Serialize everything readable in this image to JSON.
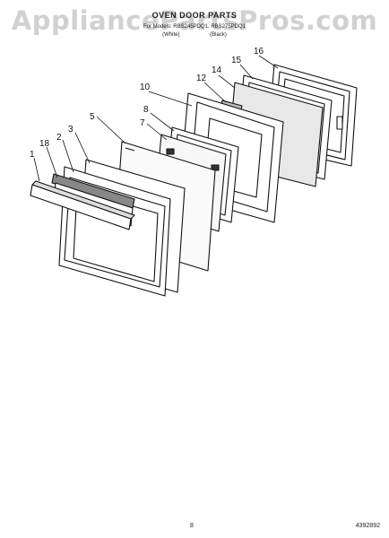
{
  "watermark": "AppliancePartsPros.com",
  "header": {
    "title": "OVEN DOOR PARTS",
    "models": "For Models: RBS245PDQ1, RBS275PDQ1",
    "color1": "(White)",
    "color2": "(Black)"
  },
  "callouts": [
    "1",
    "18",
    "2",
    "3",
    "5",
    "7",
    "8",
    "10",
    "12",
    "14",
    "15",
    "16"
  ],
  "footer": {
    "page": "8",
    "part_number": "4392892"
  }
}
